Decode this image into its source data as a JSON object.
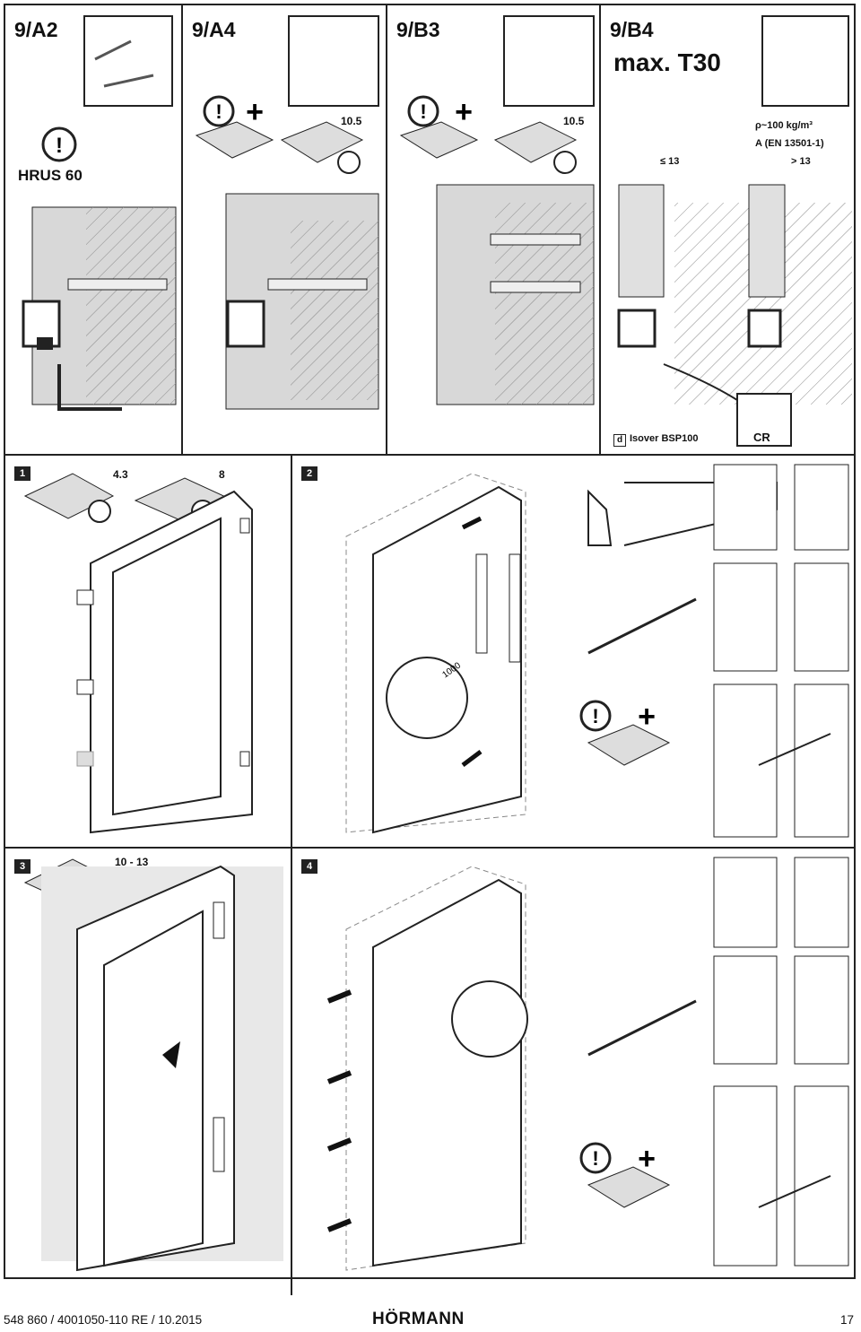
{
  "top_row": {
    "panels": [
      {
        "code": "9/A2",
        "note": "HRUS 60"
      },
      {
        "code": "9/A4",
        "dim": "10.5"
      },
      {
        "code": "9/B3",
        "dim": "10.5"
      },
      {
        "code": "9/B4",
        "subtitle": "max. T30",
        "density": "ρ~100 kg/m³",
        "standard": "A (EN 13501-1)",
        "dim_left": "≤ 13",
        "dim_right": "> 13",
        "legend_d": "Isover BSP100",
        "cr_label": "CR"
      }
    ]
  },
  "step1": {
    "number": "1",
    "dim_a": "4.3",
    "dim_b": "8"
  },
  "step2": {
    "number": "2",
    "detail_dim": "1000"
  },
  "step3": {
    "number": "3",
    "dim": "10 - 13"
  },
  "step4": {
    "number": "4"
  },
  "footer": {
    "doc_ref": "548 860 / 4001050-110  RE / 10.2015",
    "brand": "HÖRMANN",
    "page": "17"
  }
}
